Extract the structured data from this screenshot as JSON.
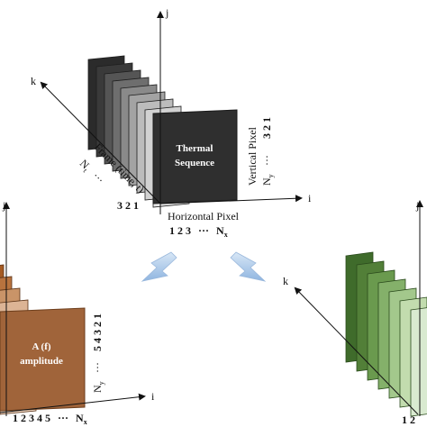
{
  "colors": {
    "thermal_frames": [
      "#2b2b2b",
      "#3a3a3a",
      "#555555",
      "#6e6e6e",
      "#8a8a8a",
      "#a3a3a3",
      "#bcbcbc",
      "#d2d2d2",
      "#e6e6e6"
    ],
    "thermal_front": "#2e2e2e",
    "amplitude_frames": [
      "#8a4b1e",
      "#a55a22",
      "#b8733e",
      "#c99468",
      "#dcb495",
      "#ead2bf"
    ],
    "amplitude_front": "#a0643a",
    "phase_frames": [
      "#3f6b2b",
      "#527f38",
      "#6a9a4e",
      "#84b06a",
      "#a3c88c",
      "#c2dcae",
      "#d9ead0"
    ],
    "arrow": "#a9c6e8"
  },
  "top": {
    "axis_j": "j",
    "axis_k": "k",
    "axis_i": "i",
    "panel_line1": "Thermal",
    "panel_line2": "Sequence",
    "frame_label": "Frame (time, t)",
    "frame_index": "N",
    "frame_index_sub": "t",
    "frame_dots": "···",
    "frame_numbers": "3 2 1",
    "vertical_label": "Vertical Pixel",
    "vertical_index": "N",
    "vertical_index_sub": "y",
    "vertical_dots": "···",
    "vertical_numbers": "3 2 1",
    "horizontal_label": "Horizontal Pixel",
    "horizontal_numbers": "1 2 3",
    "horizontal_dots": "···",
    "horizontal_index": "N",
    "horizontal_index_sub": "x"
  },
  "left": {
    "axis_j": "j",
    "axis_i": "i",
    "panel_line1": "A (f)",
    "panel_line2": "amplitude",
    "vertical_index": "N",
    "vertical_index_sub": "y",
    "vertical_dots": "···",
    "vertical_numbers": "5 4 3 2 1",
    "horizontal_numbers": "1 2 3 4 5",
    "horizontal_dots": "···",
    "horizontal_index": "N",
    "horizontal_index_sub": "x"
  },
  "right": {
    "axis_j": "j",
    "axis_k": "k",
    "horizontal_numbers": "1 2"
  }
}
